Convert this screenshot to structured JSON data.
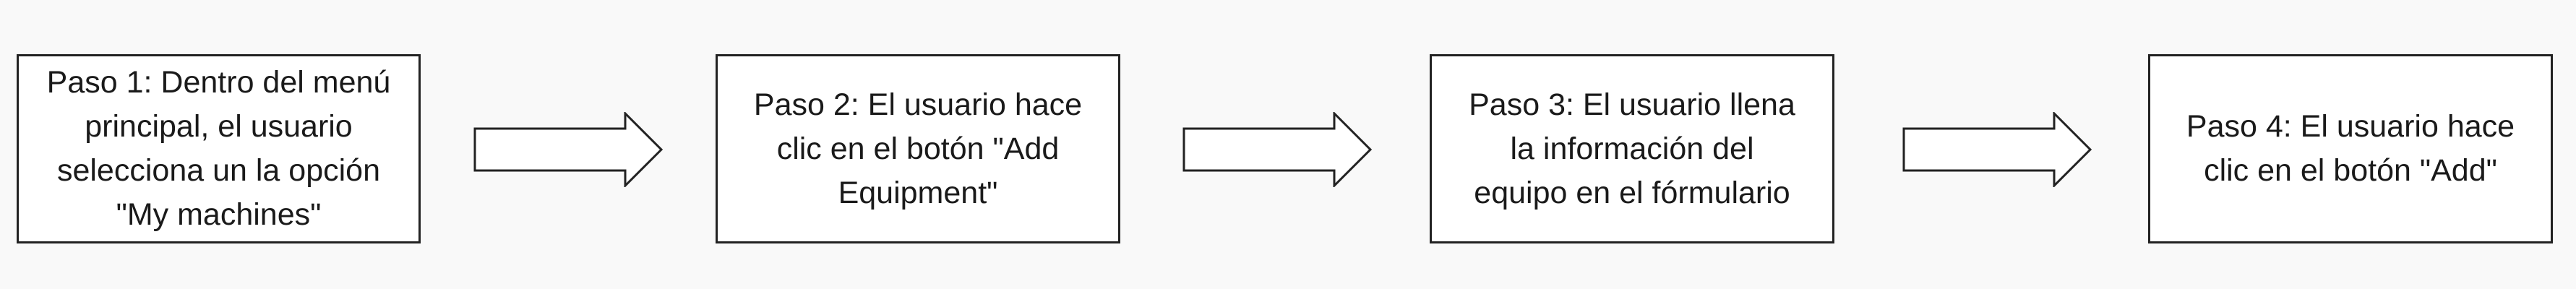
{
  "flow": {
    "steps": [
      {
        "label": "Paso 1: Dentro del menú\nprincipal, el usuario\nselecciona un la opción\n\"My machines\""
      },
      {
        "label": "Paso 2: El usuario hace\nclic en el botón \"Add\nEquipment\""
      },
      {
        "label": "Paso 3: El usuario llena\nla información del\nequipo en el fórmulario"
      },
      {
        "label": "Paso 4: El usuario hace\nclic en el botón \"Add\""
      }
    ]
  }
}
